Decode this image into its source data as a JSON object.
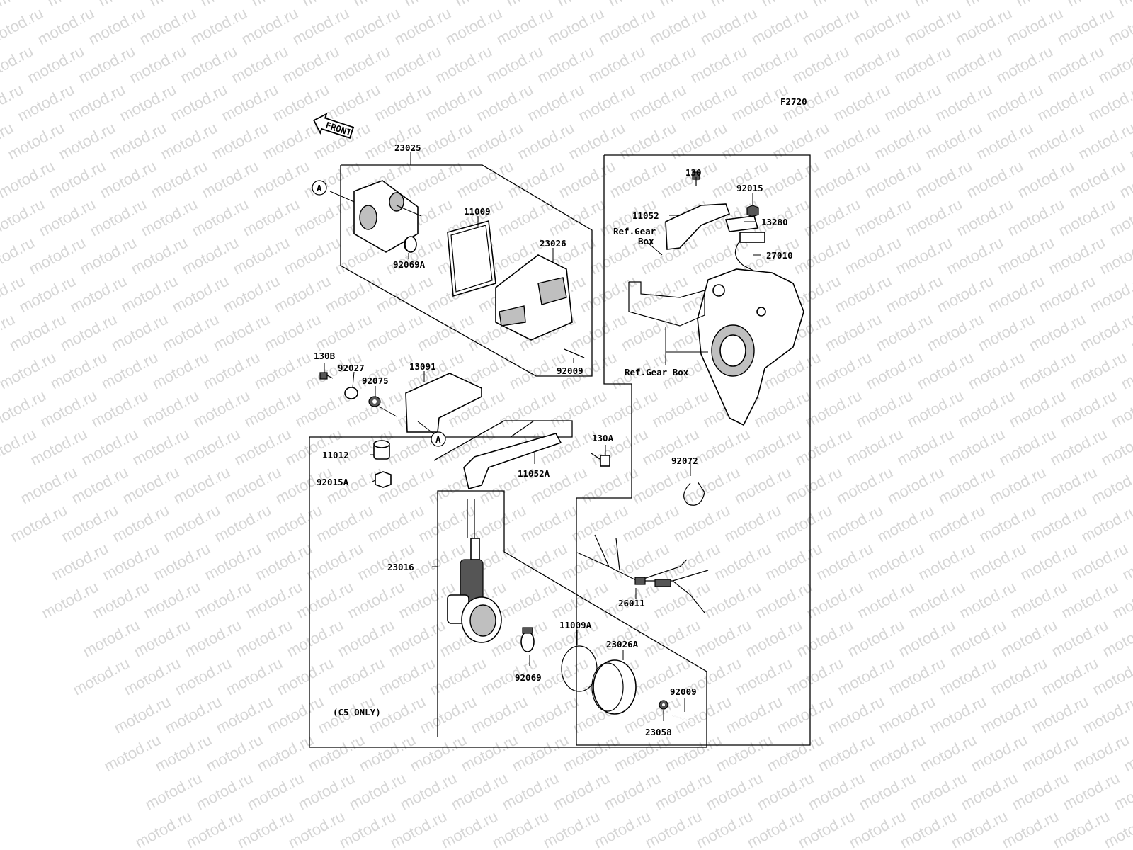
{
  "watermark": "motod.ru",
  "figure_code": "F2720",
  "front_label": "FRONT",
  "callout_a": "A",
  "note_c5": "(C5 ONLY)",
  "labels": {
    "p23025": "23025",
    "p11009": "11009",
    "p23026": "23026",
    "p92069A": "92069A",
    "p92009_top": "92009",
    "p130B": "130B",
    "p92027": "92027",
    "p92075": "92075",
    "p13091": "13091",
    "p130A": "130A",
    "p11012": "11012",
    "p92015A": "92015A",
    "p11052A": "11052A",
    "p130": "130",
    "p92015": "92015",
    "p11052": "11052",
    "p13280": "13280",
    "ref_gear_box_1a": "Ref.Gear",
    "ref_gear_box_1b": "Box",
    "p27010": "27010",
    "ref_gear_box_2": "Ref.Gear Box",
    "p92072": "92072",
    "p23016": "23016",
    "p26011": "26011",
    "p11009A": "11009A",
    "p23026A": "23026A",
    "p92069": "92069",
    "p92009_bottom": "92009",
    "p23058": "23058"
  }
}
